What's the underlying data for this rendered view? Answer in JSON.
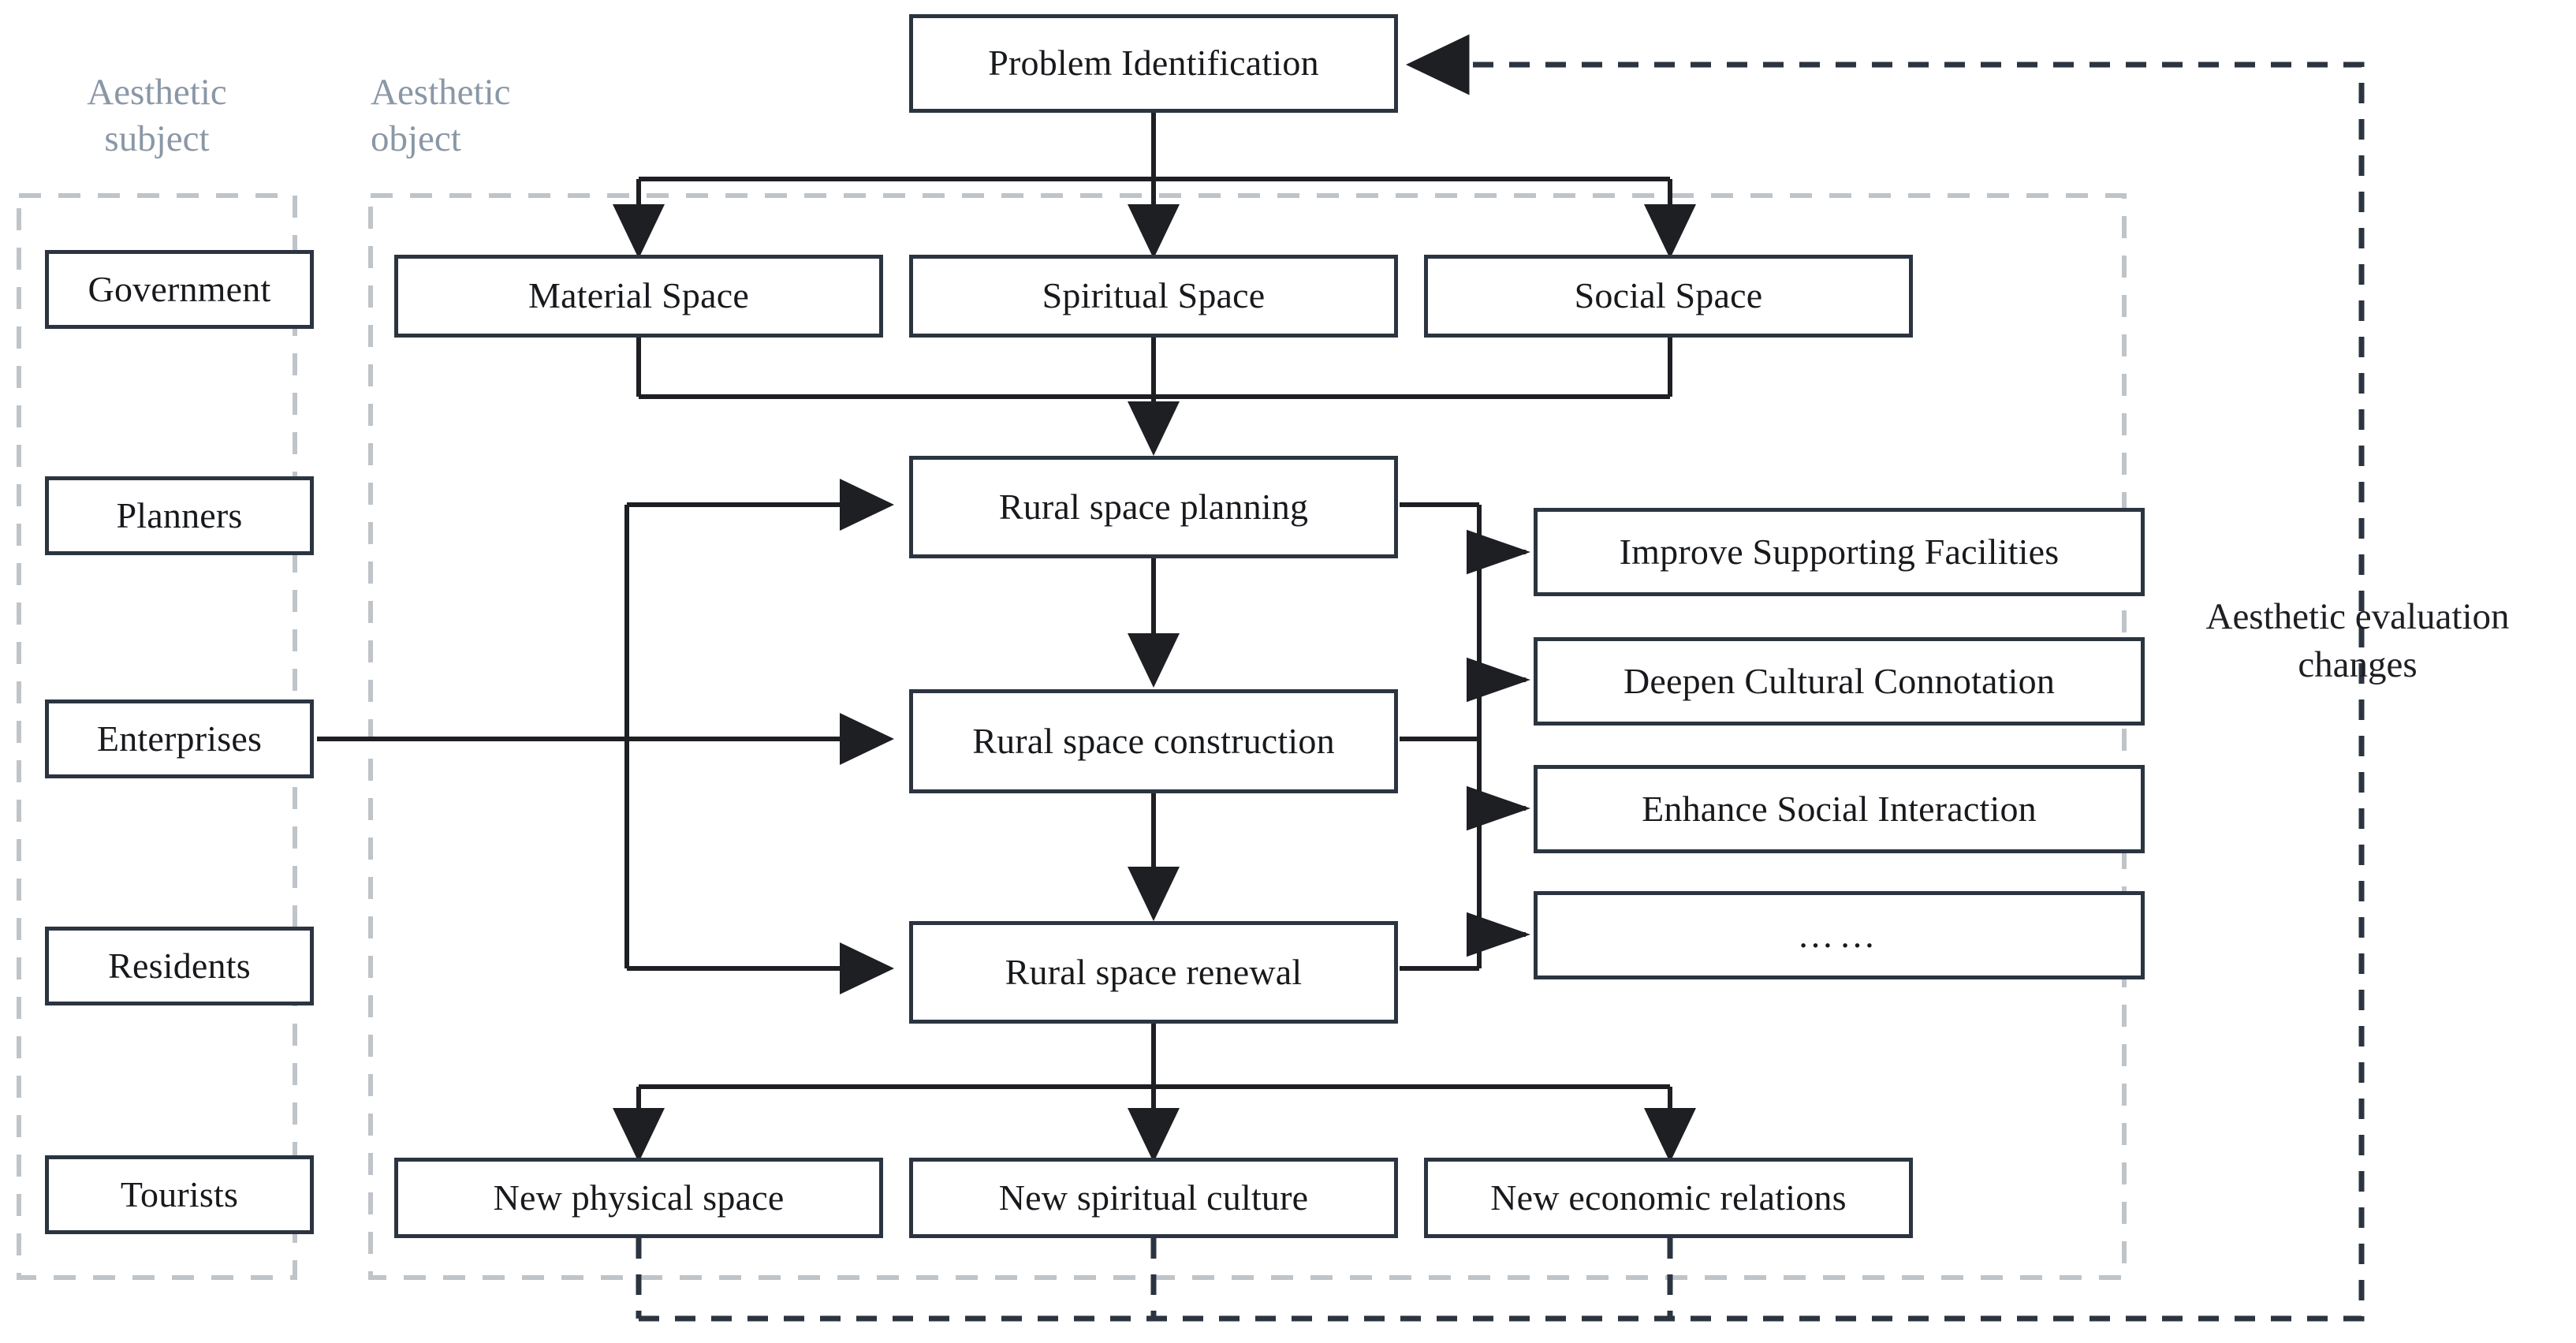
{
  "diagram": {
    "title_labels": {
      "aesthetic_subject": "Aesthetic\nsubject",
      "aesthetic_object": "Aesthetic\nobject",
      "aesthetic_evaluation_changes": "Aesthetic  evaluation\nchanges"
    },
    "colors": {
      "group_label": "#8a97a6",
      "box_border": "#2b3440",
      "box_fill": "#ffffff",
      "connector": "#1d1f23",
      "group_dash": "#bfc4c9",
      "feedback_dash": "#2b3440",
      "text": "#17191c"
    },
    "nodes": {
      "problem_identification": "Problem Identification",
      "subjects": [
        {
          "id": "government",
          "label": "Government"
        },
        {
          "id": "planners",
          "label": "Planners"
        },
        {
          "id": "enterprises",
          "label": "Enterprises"
        },
        {
          "id": "residents",
          "label": "Residents"
        },
        {
          "id": "tourists",
          "label": "Tourists"
        }
      ],
      "spaces": [
        {
          "id": "material-space",
          "label": "Material Space"
        },
        {
          "id": "spiritual-space",
          "label": "Spiritual Space"
        },
        {
          "id": "social-space",
          "label": "Social Space"
        }
      ],
      "processes": [
        {
          "id": "rural-space-planning",
          "label": "Rural space planning"
        },
        {
          "id": "rural-space-construction",
          "label": "Rural space construction"
        },
        {
          "id": "rural-space-renewal",
          "label": "Rural space renewal"
        }
      ],
      "outcomes": [
        {
          "id": "improve-supporting-facilities",
          "label": "Improve Supporting Facilities"
        },
        {
          "id": "deepen-cultural-connotation",
          "label": "Deepen Cultural Connotation"
        },
        {
          "id": "enhance-social-interaction",
          "label": "Enhance Social Interaction"
        },
        {
          "id": "ellipsis",
          "label": "……"
        }
      ],
      "results": [
        {
          "id": "new-physical-space",
          "label": "New physical space"
        },
        {
          "id": "new-spiritual-culture",
          "label": "New spiritual culture"
        },
        {
          "id": "new-economic-relations",
          "label": "New economic relations"
        }
      ]
    }
  }
}
